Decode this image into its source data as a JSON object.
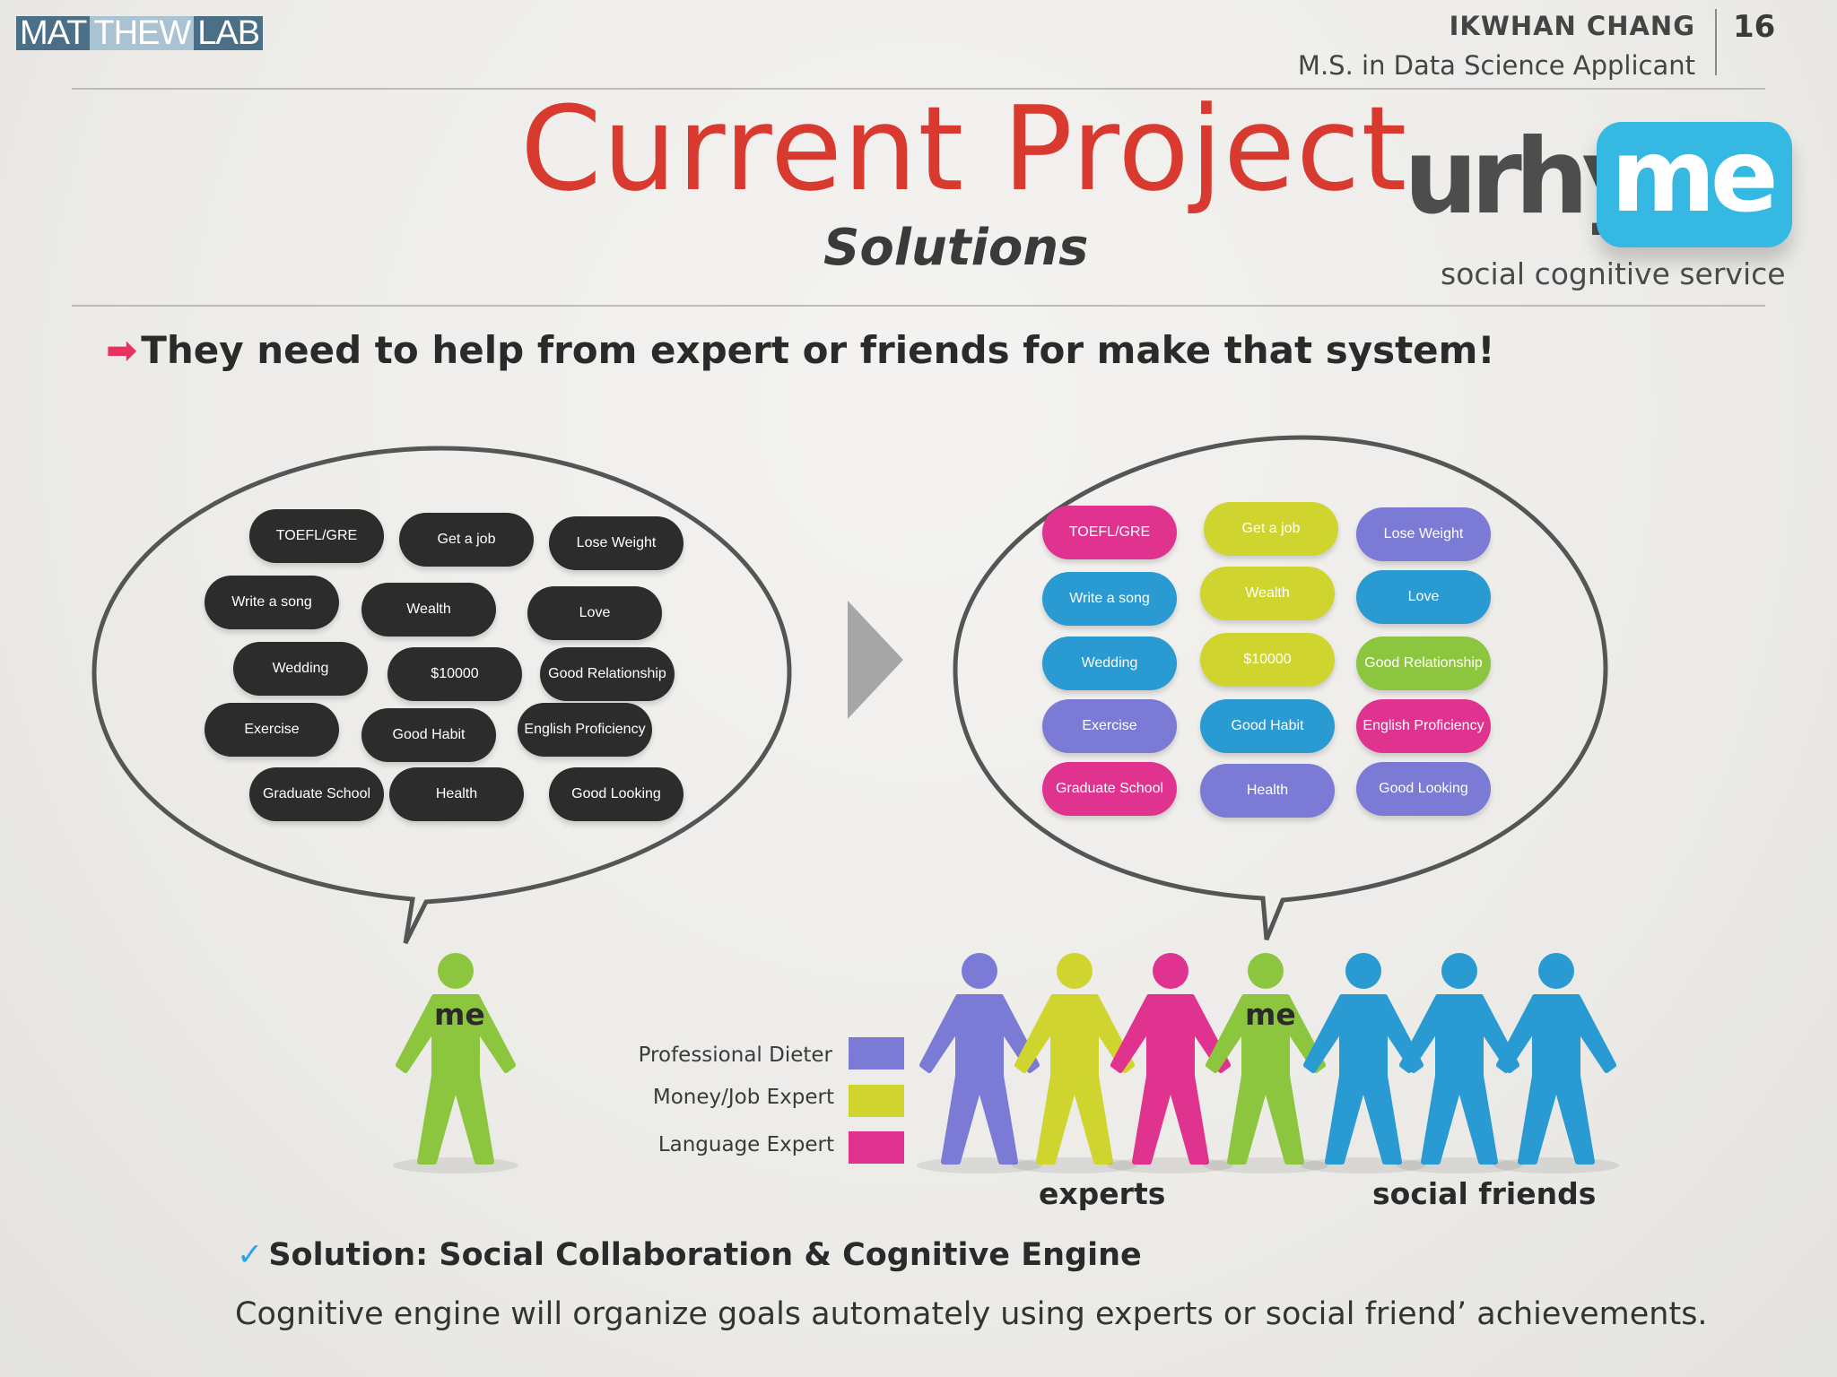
{
  "header": {
    "logo_parts": [
      "MAT",
      "THEW",
      "LAB"
    ],
    "author_name": "IKWHAN CHANG",
    "author_role": "M.S. in Data Science  Applicant",
    "page_number": "16"
  },
  "title": "Current Project",
  "subtitle": "Solutions",
  "brand": {
    "word_part1": "urhy",
    "word_part2": "me",
    "tagline": "social cognitive service",
    "colors": {
      "text": "#4d4d4d",
      "badge": "#35b9e3"
    }
  },
  "headline": {
    "arrow_icon": "right-arrow-icon",
    "text": "They need to help from expert or friends for make that system!"
  },
  "goals": [
    "TOEFL/GRE",
    "Get a job",
    "Lose Weight",
    "Write a song",
    "Wealth",
    "Love",
    "Wedding",
    "$10000",
    "Good Relationship",
    "Exercise",
    "Good Habit",
    "English Proficiency",
    "Graduate School",
    "Health",
    "Good Looking"
  ],
  "goal_colors_right": [
    "#e0338f",
    "#cfd42e",
    "#7b7bd6",
    "#2a9ad2",
    "#cfd42e",
    "#2a9ad2",
    "#2a9ad2",
    "#cfd42e",
    "#8cc63f",
    "#7b7bd6",
    "#2a9ad2",
    "#e0338f",
    "#e0338f",
    "#7b7bd6",
    "#7b7bd6"
  ],
  "me_label_left": "me",
  "me_label_right": "me",
  "legend": [
    {
      "label": "Professional Dieter",
      "color": "#7b7bd6"
    },
    {
      "label": "Money/Job Expert",
      "color": "#cfd42e"
    },
    {
      "label": "Language Expert",
      "color": "#e0338f"
    }
  ],
  "people_colors": [
    "#7b7bd6",
    "#cfd42e",
    "#e0338f",
    "#8cc63f",
    "#2a9ad2",
    "#2a9ad2",
    "#2a9ad2"
  ],
  "captions": {
    "experts": "experts",
    "social_friends": "social friends"
  },
  "solution": {
    "check_icon": "check-icon",
    "title": "Solution: Social Collaboration & Cognitive Engine",
    "description": "Cognitive engine will organize goals automately using experts or social friend’ achievements."
  }
}
